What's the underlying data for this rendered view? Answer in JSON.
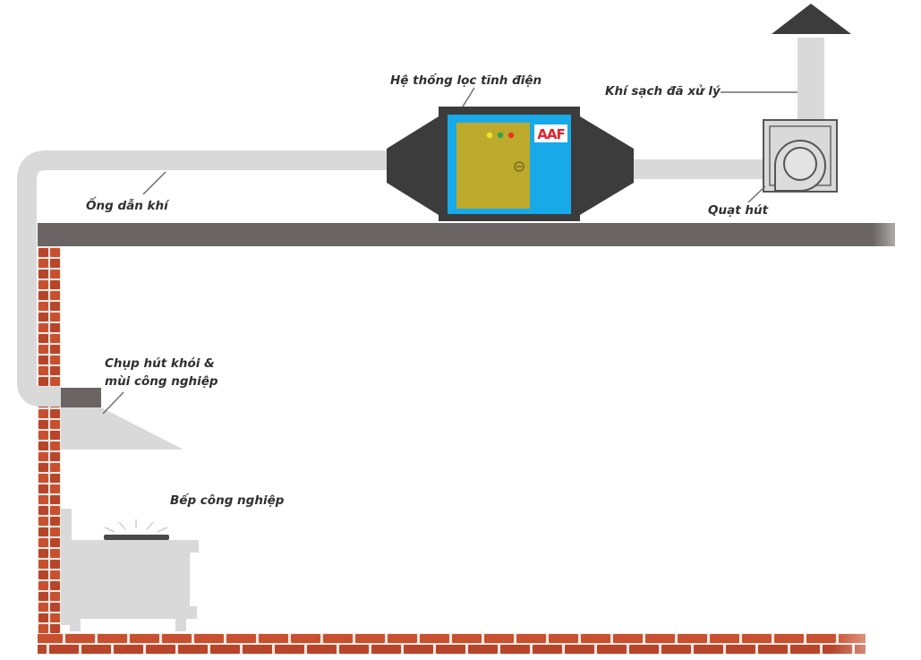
{
  "labels": {
    "filter_system": "Hệ thống lọc tĩnh điện",
    "clean_air": "Khí sạch đã xử lý",
    "air_duct": "Ống dẫn khí",
    "exhaust_fan": "Quạt hút",
    "hood_line1": "Chụp hút khói &",
    "hood_line2": "mùi công nghiệp",
    "stove": "Bếp công nghiệp"
  },
  "filter_brand": "AAF",
  "colors": {
    "duct": "#d9d9d9",
    "beam": "#6a6464",
    "filter_body": "#3c3c3c",
    "panel_blue": "#17a9e8",
    "panel_door": "#bda92b",
    "brick": "#c9502f",
    "brand_red": "#e8212a",
    "led_yellow": "#f2e233",
    "led_green": "#2fa24a",
    "led_red": "#e63223"
  }
}
